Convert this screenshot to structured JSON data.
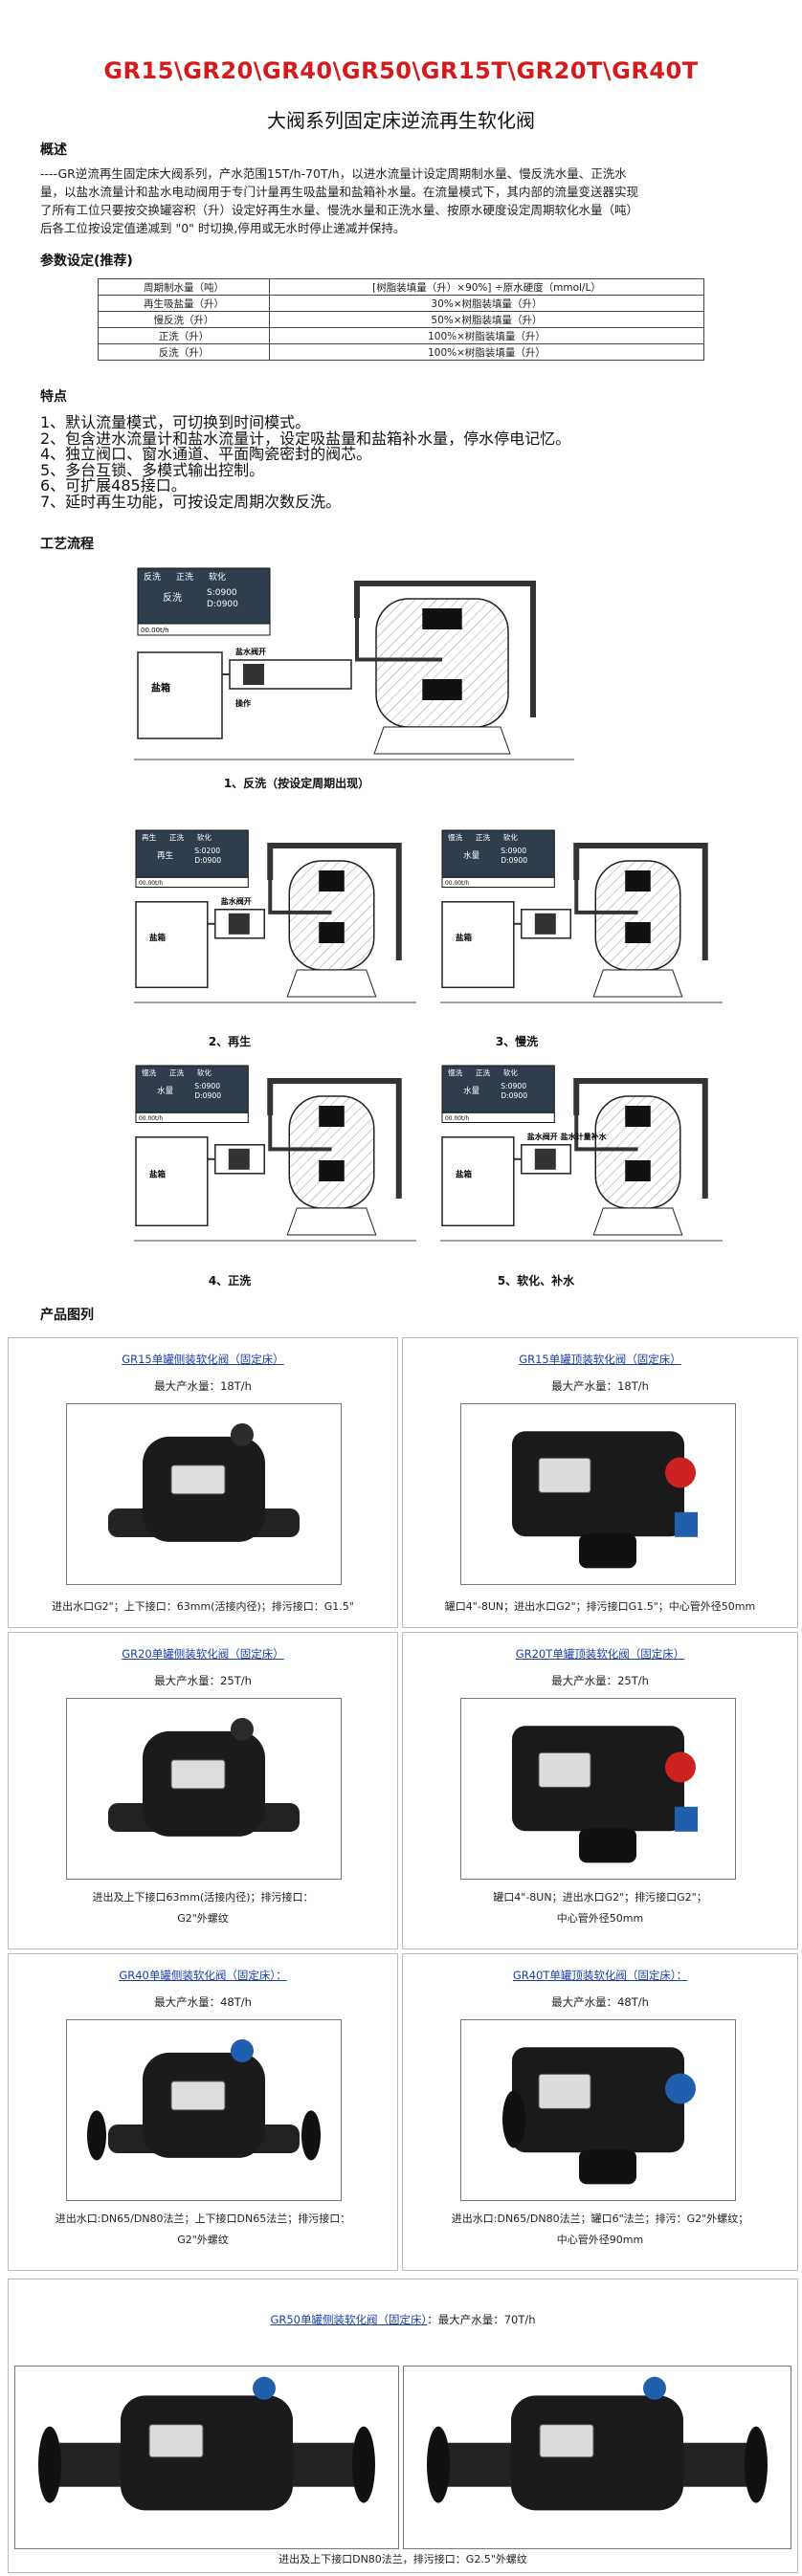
{
  "header": {
    "title_red": "GR15\\GR20\\GR40\\GR50\\GR15T\\GR20T\\GR40T",
    "title_black": "大阀系列固定床逆流再生软化阀"
  },
  "overview": {
    "heading": "概述",
    "line1": "----GR逆流再生固定床大阀系列，产水范围15T/h-70T/h，以进水流量计设定周期制水量、慢反洗水量、正洗水",
    "line2": "量，以盐水流量计和盐水电动阀用于专门计量再生吸盐量和盐箱补水量。在流量模式下，其内部的流量变送器实现",
    "line3": "了所有工位只要按交换罐容积（升）设定好再生水量、慢洗水量和正洗水量、按原水硬度设定周期软化水量（吨）",
    "line4": "后各工位按设定值递减到 \"0\" 时切换,停用或无水时停止递减并保持。"
  },
  "params": {
    "heading": "参数设定(推荐)",
    "rows": [
      {
        "k": "周期制水量（吨）",
        "v": "[树脂装填量（升）×90%] ÷原水硬度（mmol/L）"
      },
      {
        "k": "再生吸盐量（升）",
        "v": "30%×树脂装填量（升）"
      },
      {
        "k": "慢反洗（升）",
        "v": "50%×树脂装填量（升）"
      },
      {
        "k": "正洗（升）",
        "v": "100%×树脂装填量（升）"
      },
      {
        "k": "反洗（升）",
        "v": "100%×树脂装填量（升）"
      }
    ]
  },
  "features": {
    "heading": "特点",
    "items": [
      "1、默认流量模式，可切换到时间模式。",
      "2、包含进水流量计和盐水流量计，设定吸盐量和盐箱补水量，停水停电记忆。",
      "4、独立阀口、窗水通道、平面陶瓷密封的阀芯。",
      "5、多台互锁、多模式输出控制。",
      "6、可扩展485接口。",
      "7、延时再生功能，可按设定周期次数反洗。"
    ]
  },
  "process": {
    "heading": "工艺流程",
    "diagrams": [
      {
        "caption": "1、反洗（按设定周期出现）",
        "mode": "反洗",
        "tabs": [
          "反洗",
          "正洗",
          "软化"
        ],
        "disp": [
          "S:0900",
          "D:0900"
        ],
        "counter": "00.00t/h",
        "tank_label": "盐箱",
        "pipe_label": "盐水阀开",
        "extra": "操作"
      },
      {
        "caption": "2、再生",
        "mode": "再生",
        "tabs": [
          "再生",
          "正洗",
          "软化"
        ],
        "disp": [
          "S:0200",
          "D:0900"
        ],
        "counter": "00.00t/h",
        "tank_label": "盐箱",
        "pipe_label": "盐水阀开",
        "extra": ""
      },
      {
        "caption": "3、慢洗",
        "mode": "水量",
        "tabs": [
          "慢洗",
          "正洗",
          "软化"
        ],
        "disp": [
          "S:0900",
          "D:0900"
        ],
        "counter": "00.00t/h",
        "tank_label": "盐箱",
        "pipe_label": "",
        "extra": ""
      },
      {
        "caption": "4、正洗",
        "mode": "水量",
        "tabs": [
          "慢洗",
          "正洗",
          "软化"
        ],
        "disp": [
          "S:0900",
          "D:0900"
        ],
        "counter": "00.00t/h",
        "tank_label": "盐箱",
        "pipe_label": "",
        "extra": ""
      },
      {
        "caption": "5、软化、补水",
        "mode": "水量",
        "tabs": [
          "慢洗",
          "正洗",
          "软化"
        ],
        "disp": [
          "S:0900",
          "D:0900"
        ],
        "counter": "00.00t/h",
        "tank_label": "盐箱",
        "pipe_label": "盐水阀开 盐水计量补水",
        "extra": ""
      }
    ]
  },
  "products": {
    "heading": "产品图列",
    "items": [
      {
        "name": "GR15单罐侧装软化阀（固定床）",
        "flow": "最大产水量：18T/h",
        "desc": [
          "进出水口G2\"；上下接口：63mm(活接内径)；排污接口：G1.5\""
        ]
      },
      {
        "name": "GR15单罐顶装软化阀（固定床）",
        "flow": "最大产水量：18T/h",
        "desc": [
          "罐口4\"-8UN；进出水口G2\"；排污接口G1.5\"；中心管外径50mm"
        ]
      },
      {
        "name": "GR20单罐侧装软化阀（固定床）",
        "flow": "最大产水量：25T/h",
        "desc": [
          "进出及上下接口63mm(活接内径)；排污接口：",
          "G2\"外螺纹"
        ]
      },
      {
        "name": "GR20T单罐顶装软化阀（固定床）",
        "flow": "最大产水量：25T/h",
        "desc": [
          "罐口4\"-8UN；进出水口G2\"；排污接口G2\"；",
          "中心管外径50mm"
        ]
      },
      {
        "name": "GR40单罐侧装软化阀（固定床）：",
        "flow": "最大产水量：48T/h",
        "desc": [
          "进出水口:DN65/DN80法兰；上下接口DN65法兰；排污接口：",
          "G2\"外螺纹"
        ]
      },
      {
        "name": "GR40T单罐顶装软化阀（固定床）：",
        "flow": "最大产水量：48T/h",
        "desc": [
          "进出水口:DN65/DN80法兰；罐口6\"法兰；排污：G2\"外螺纹；",
          "中心管外径90mm"
        ]
      }
    ],
    "gr50": {
      "name": "GR50单罐侧装软化阀（固定床）",
      "flow": "：最大产水量：70T/h",
      "desc": "进出及上下接口DN80法兰，排污接口：G2.5\"外螺纹"
    }
  }
}
